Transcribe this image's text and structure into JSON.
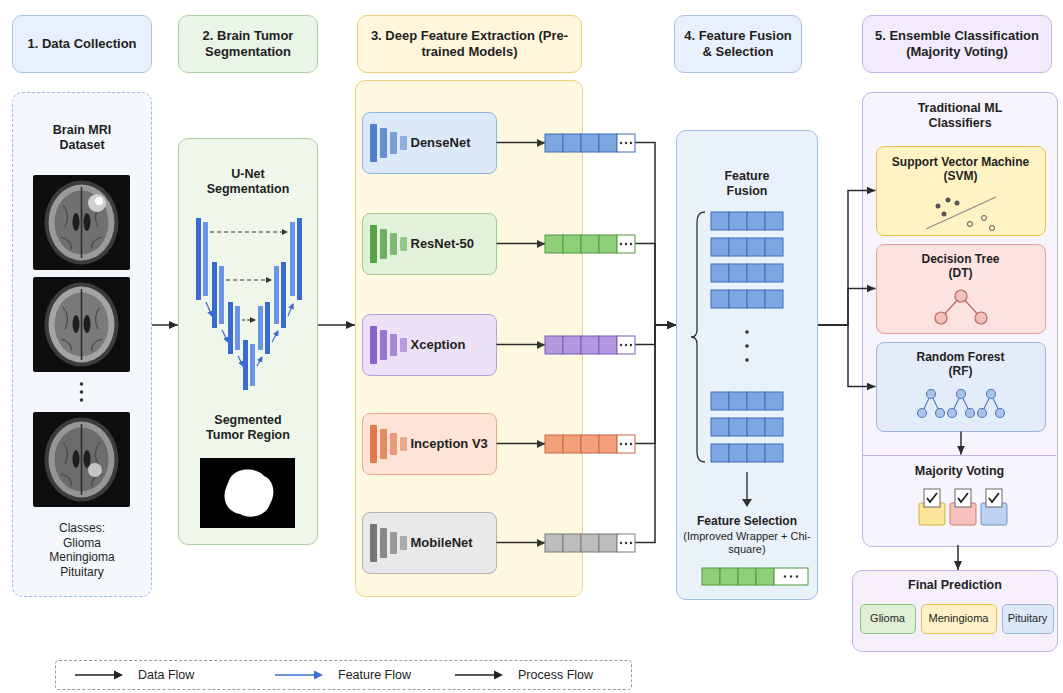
{
  "diagram": {
    "nodes": [
      {
        "text": [
          "1. Data Collection"
        ]
      },
      {
        "text": [
          "2. Brain Tumor Segmentation"
        ]
      },
      {
        "text": [
          "3. Deep Feature Extraction (Pre-trained Models)"
        ]
      },
      {
        "text": [
          "4. Feature Fusion & Selection"
        ]
      },
      {
        "text": [
          "5. Ensemble Classification (Majority Voting)"
        ]
      },
      {
        "text": [
          "Brain MRI Dataset",
          "Classes: Glioma Meningioma Pituitary"
        ]
      },
      {
        "text": [
          "U-Net Segmentation",
          "Segmented Tumor Region"
        ]
      },
      {
        "text": []
      },
      {
        "text": [
          "DenseNet"
        ],
        "in": 7
      },
      {
        "text": [
          "ResNet-50"
        ],
        "in": 7
      },
      {
        "text": [
          "Xception"
        ],
        "in": 7
      },
      {
        "text": [
          "Inception V3"
        ],
        "in": 7
      },
      {
        "text": [
          "MobileNet"
        ],
        "in": 7
      },
      {
        "text": [
          "Feature Fusion",
          "Feature Selection",
          "(Improved Wrapper + Chi-square)"
        ]
      },
      {
        "text": [
          "Traditional ML Classifiers"
        ]
      },
      {
        "text": [
          "Support Vector Machine (SVM)"
        ],
        "in": 14
      },
      {
        "text": [
          "Decision Tree (DT)"
        ],
        "in": 14
      },
      {
        "text": [
          "Random Forest (RF)"
        ],
        "in": 14
      },
      {
        "text": [
          "Majority Voting"
        ],
        "in": 14
      },
      {
        "text": [
          "Final Prediction"
        ]
      },
      {
        "text": [
          "Glioma"
        ],
        "in": 19
      },
      {
        "text": [
          "Meningioma"
        ],
        "in": 19
      },
      {
        "text": [
          "Pituitary"
        ],
        "in": 19
      }
    ],
    "edges": [
      {
        "from": 5,
        "to": 6,
        "arrow": "to"
      },
      {
        "from": 6,
        "to": 7,
        "arrow": "to"
      },
      {
        "from": 8,
        "to": 13,
        "arrow": "to"
      },
      {
        "from": 9,
        "to": 13,
        "arrow": "to"
      },
      {
        "from": 10,
        "to": 13,
        "arrow": "to"
      },
      {
        "from": 11,
        "to": 13,
        "arrow": "to"
      },
      {
        "from": 12,
        "to": 13,
        "arrow": "to"
      },
      {
        "from": 13,
        "to": 15,
        "arrow": "to"
      },
      {
        "from": 13,
        "to": 16,
        "arrow": "to"
      },
      {
        "from": 13,
        "to": 17,
        "arrow": "to"
      },
      {
        "from": 17,
        "to": 18,
        "arrow": "to"
      },
      {
        "from": 18,
        "to": 19,
        "arrow": "to"
      }
    ],
    "legend": [
      {
        "text": "Data Flow"
      },
      {
        "text": "Feature Flow"
      },
      {
        "text": "Process Flow"
      }
    ]
  }
}
